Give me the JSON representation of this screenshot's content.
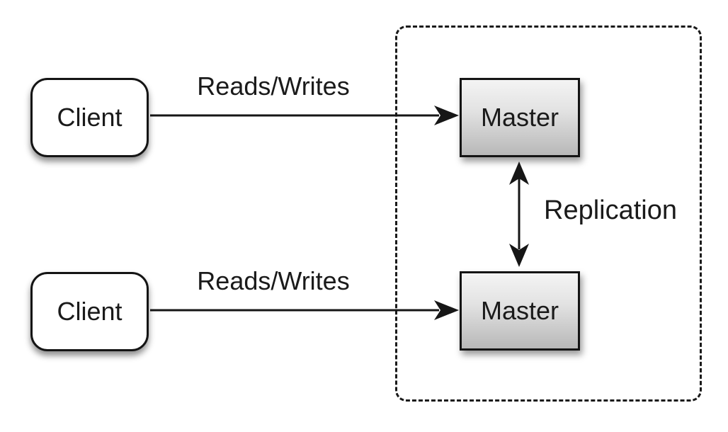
{
  "diagram": {
    "kind": "architecture-diagram",
    "topic": "master-master replication",
    "background_color": "#ffffff",
    "stroke_color": "#1a1a1a",
    "group": {
      "style": "dashed-rounded-rectangle",
      "contains": [
        "master-top",
        "master-bottom"
      ]
    },
    "nodes": [
      {
        "id": "client-top",
        "label": "Client",
        "shape": "rounded-rectangle",
        "fill": "#ffffff"
      },
      {
        "id": "client-bottom",
        "label": "Client",
        "shape": "rounded-rectangle",
        "fill": "#ffffff"
      },
      {
        "id": "master-top",
        "label": "Master",
        "shape": "rectangle",
        "fill_gradient_top": "#f4f4f4",
        "fill_gradient_bottom": "#b8b8b8"
      },
      {
        "id": "master-bottom",
        "label": "Master",
        "shape": "rectangle",
        "fill_gradient_top": "#f4f4f4",
        "fill_gradient_bottom": "#b8b8b8"
      }
    ],
    "edges": [
      {
        "id": "edge-reads-writes-top",
        "label": "Reads/Writes",
        "from": "client-top",
        "to": "master-top",
        "direction": "one-way"
      },
      {
        "id": "edge-reads-writes-bottom",
        "label": "Reads/Writes",
        "from": "client-bottom",
        "to": "master-bottom",
        "direction": "one-way"
      },
      {
        "id": "edge-replication",
        "label": "Replication",
        "from": "master-top",
        "to": "master-bottom",
        "direction": "two-way"
      }
    ]
  }
}
